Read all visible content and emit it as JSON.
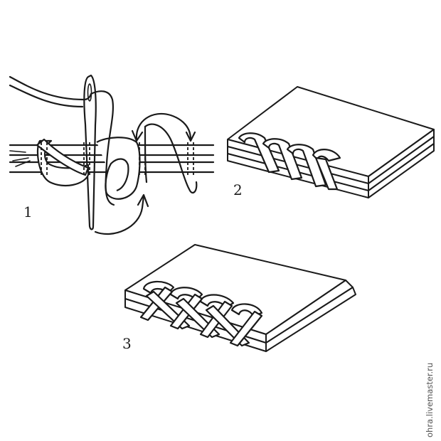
{
  "figures": [
    {
      "label": "1"
    },
    {
      "label": "2"
    },
    {
      "label": "3"
    }
  ],
  "watermark": "ohra.livemaster.ru",
  "colors": {
    "ink": "#1a1a1a",
    "background": "#ffffff",
    "watermark": "#555555"
  }
}
